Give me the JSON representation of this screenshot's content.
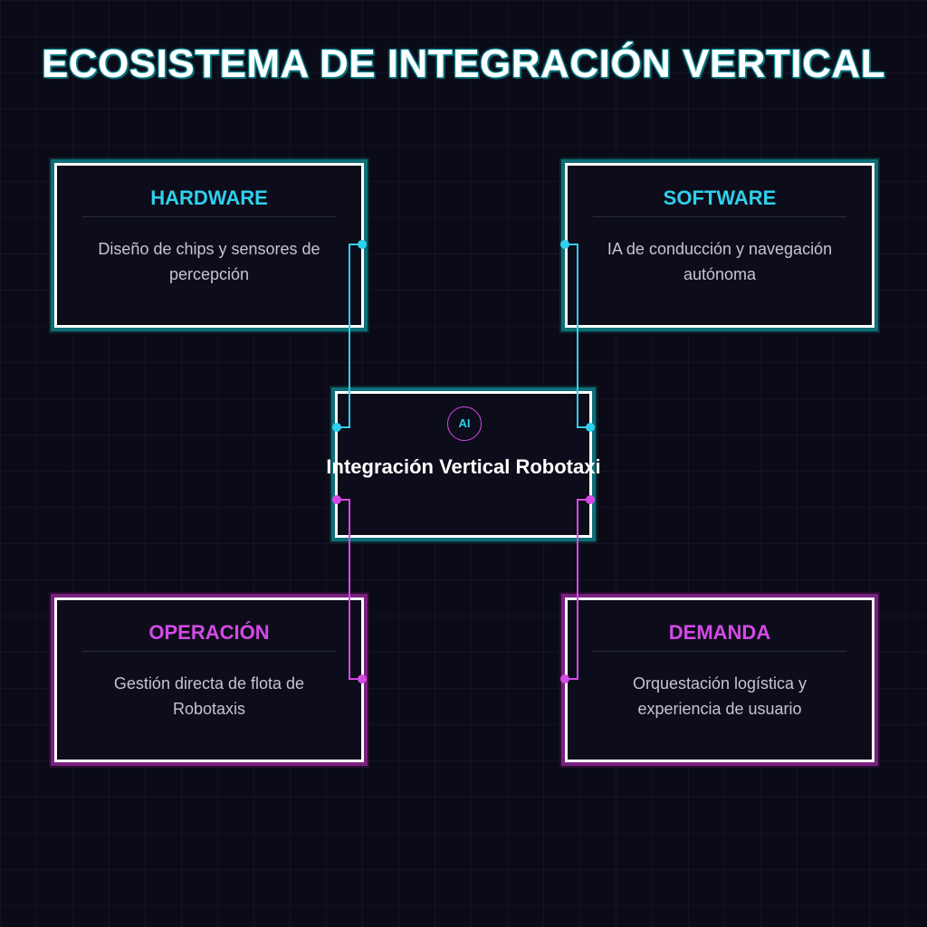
{
  "title": "ECOSISTEMA DE INTEGRACIÓN VERTICAL",
  "colors": {
    "accent_cyan": "#2fd0ec",
    "accent_magenta": "#d44ae6",
    "background": "#0b0b18"
  },
  "center": {
    "badge": "AI",
    "label": "Integración Vertical Robotaxi"
  },
  "nodes": {
    "hardware": {
      "title": "HARDWARE",
      "description": "Diseño de chips y sensores de percepción"
    },
    "software": {
      "title": "SOFTWARE",
      "description": "IA de conducción y navegación autónoma"
    },
    "operacion": {
      "title": "OPERACIÓN",
      "description": "Gestión directa de flota de Robotaxis"
    },
    "demanda": {
      "title": "DEMANDA",
      "description": "Orquestación logística y experiencia de usuario"
    }
  }
}
